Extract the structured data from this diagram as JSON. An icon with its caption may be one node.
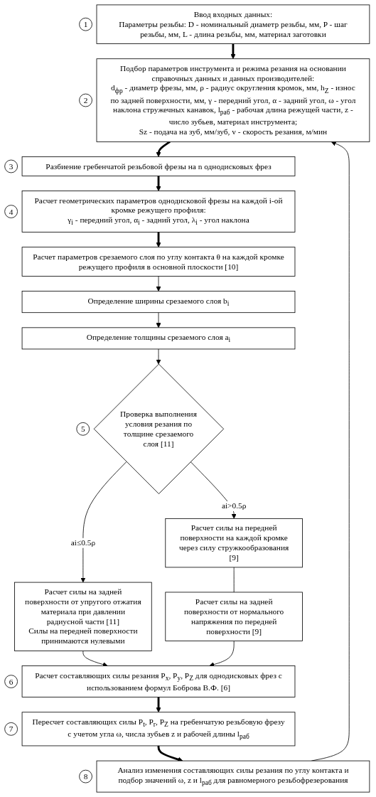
{
  "diagram": {
    "nodes": [
      {
        "text": [
          "Ввод входных данных:",
          "Параметры резьбы: D - номинальный диаметр резьбы, мм, P - шаг резьбы, мм, L - длина резьбы, мм, материал заготовки"
        ],
        "beside": [
          "1"
        ]
      },
      {
        "text": [
          "Подбор параметров инструмента и режима резания на основании справочных данных и данных производителей:",
          "d$_{фр}$ - диаметр фрезы, мм, ρ - радиус округления кромок, мм, h$_{Z}$ - износ по задней поверхности, мм, γ - передний угол, α - задний угол, ω - угол наклона стружечных канавок, l$_{раб}$ - рабочая длина режущей части, z - число зубьев, материал инструмента;",
          "Sz - подача на зуб, мм/зуб, v - скорость резания, м/мин"
        ],
        "beside": [
          "2"
        ]
      },
      {
        "text": [
          "Разбиение гребенчатой резьбовой фрезы на n однодисковых фрез"
        ],
        "beside": [
          "3"
        ]
      },
      {
        "text": [
          "Расчет геометрических параметров однодисковой фрезы на каждой i-ой кромке режущего профиля:",
          "γ$_{i}$ - передний угол, α$_{i}$ - задний угол, λ$_{i}$ - угол наклона"
        ],
        "beside": [
          "4"
        ]
      },
      {
        "text": [
          "Расчет параметров срезаемого слоя по углу контакта θ на каждой кромке режущего профиля в основной плоскости [10]"
        ]
      },
      {
        "text": [
          "Определение ширины срезаемого слоя b$_{i}$"
        ]
      },
      {
        "text": [
          "Определение толщины срезаемого слоя a$_{i}$"
        ]
      },
      {
        "text": [
          "Проверка выполнения условия резания по толщине срезаемого слоя [11]"
        ],
        "beside": [
          "5"
        ]
      },
      {
        "text": [
          "Расчет силы на задней поверхности от упругого отжатия материала при давлении радиусной части [11]",
          "Силы на передней поверхности принимаются нулевыми"
        ]
      },
      {
        "text": [
          "Расчет силы на передней поверхности на каждой кромке через силу стружкообразования [9]"
        ]
      },
      {
        "text": [
          "Расчет силы на задней поверхности от нормального напряжения по передней поверхности [9]"
        ]
      },
      {
        "text": [
          "Расчет составляющих силы резания P$_{x}$, P$_{y}$, P$_{Z}$ для однодисковых фрез с использованием формул Боброва В.Ф. [6]"
        ],
        "beside": [
          "6"
        ]
      },
      {
        "text": [
          "Пересчет составляющих силы P$_{t}$, P$_{r}$, P$_{Z}$ на гребенчатую резьбовую фрезу с учетом угла ω, числа зубьев z и рабочей длины l$_{раб}$"
        ],
        "beside": [
          "7"
        ]
      },
      {
        "text": [
          "Анализ изменения составляющих силы резания по углу контакта и подбор значений ω, z и l$_{раб}$ для равномерного резьбофрезерования"
        ],
        "beside": [
          "8"
        ]
      }
    ],
    "edges": [
      {
        "from": 0,
        "to": 1,
        "arrow": "to",
        "style": "thick"
      },
      {
        "from": 1,
        "to": 2,
        "arrow": "to",
        "style": "thick"
      },
      {
        "from": 2,
        "to": 3,
        "arrow": "to",
        "style": "thick"
      },
      {
        "from": 3,
        "to": 4,
        "arrow": "to",
        "style": "thick"
      },
      {
        "from": 4,
        "to": 5,
        "arrow": "to"
      },
      {
        "from": 5,
        "to": 6,
        "arrow": "to"
      },
      {
        "from": 6,
        "to": 7,
        "arrow": "to"
      },
      {
        "from": 7,
        "to": 8,
        "arrow": "to",
        "label": "ai≤0.5ρ"
      },
      {
        "from": 7,
        "to": 9,
        "arrow": "to",
        "label": "ai>0.5ρ"
      },
      {
        "from": 9,
        "to": 10,
        "arrow": "none"
      },
      {
        "from": 8,
        "to": 11,
        "arrow": "to"
      },
      {
        "from": 10,
        "to": 11,
        "arrow": "to"
      },
      {
        "from": 11,
        "to": 12,
        "arrow": "to",
        "style": "thick"
      },
      {
        "from": 12,
        "to": 13,
        "arrow": "to",
        "style": "thick"
      },
      {
        "from": 13,
        "to": 1,
        "arrow": "to"
      }
    ]
  }
}
